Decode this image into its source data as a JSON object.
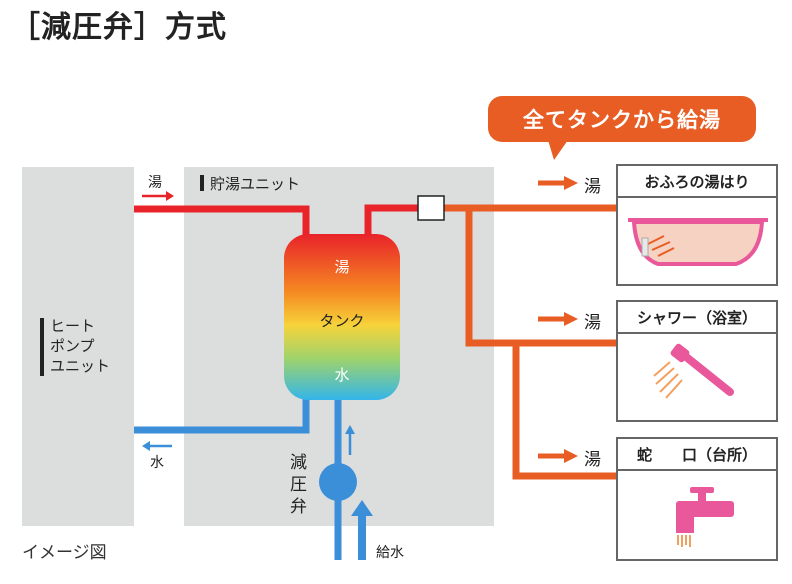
{
  "title": "［減圧弁］方式",
  "callout": "全てタンクから給湯",
  "heat_pump": {
    "label_lines": [
      "ヒート",
      "ポンプ",
      "ユニット"
    ]
  },
  "storage_unit": {
    "label": "貯湯ユニット"
  },
  "tank": {
    "top_label": "湯",
    "mid_label": "タンク",
    "bottom_label": "水"
  },
  "pipe_labels": {
    "hot_in": "湯",
    "water_out": "水",
    "supply": "給水"
  },
  "valve": {
    "label_lines": [
      "減",
      "圧",
      "弁"
    ]
  },
  "destinations": [
    {
      "arrow_label": "湯",
      "title": "おふろの湯はり",
      "icon": "bathtub-icon"
    },
    {
      "arrow_label": "湯",
      "title": "シャワー（浴室）",
      "icon": "shower-icon"
    },
    {
      "arrow_label": "湯",
      "title": "蛇　　口（台所）",
      "icon": "faucet-icon"
    }
  ],
  "caption": "イメージ図",
  "colors": {
    "hot": "#e8232a",
    "orange": "#e85d24",
    "cold": "#3b8fd9",
    "panel": "#dcdddd",
    "pink": "#e8589b"
  }
}
